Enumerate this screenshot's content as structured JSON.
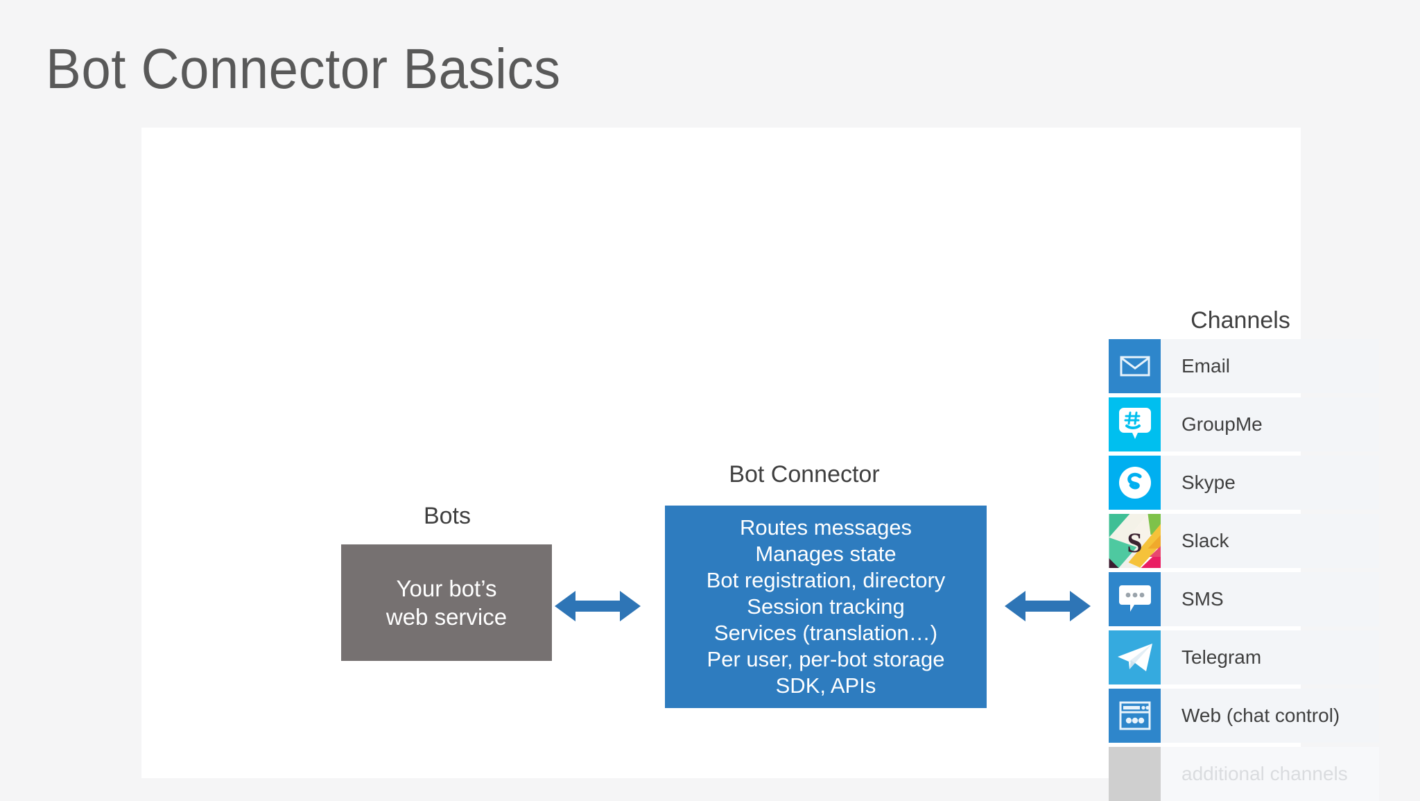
{
  "slide": {
    "title": "Bot Connector Basics",
    "background_color": "#f5f5f6",
    "card_color": "#ffffff"
  },
  "bots": {
    "caption": "Bots",
    "box_text_line1": "Your bot’s",
    "box_text_line2": "web service",
    "box_color": "#767171"
  },
  "connector": {
    "caption": "Bot Connector",
    "box_color": "#2e7cbf",
    "features": [
      "Routes messages",
      "Manages state",
      "Bot registration, directory",
      "Session tracking",
      "Services (translation…)",
      "Per user, per-bot storage",
      "SDK, APIs"
    ]
  },
  "arrows": {
    "left_icon": "double-arrow-icon",
    "right_icon": "double-arrow-icon",
    "color": "#2e75b6"
  },
  "channels": {
    "caption": "Channels",
    "items": [
      {
        "label": "Email",
        "icon": "email-icon",
        "tile_color": "#2e86cb",
        "muted": false
      },
      {
        "label": "GroupMe",
        "icon": "groupme-icon",
        "tile_color": "#00bfef",
        "muted": false
      },
      {
        "label": "Skype",
        "icon": "skype-icon",
        "tile_color": "#00aff0",
        "muted": false
      },
      {
        "label": "Slack",
        "icon": "slack-icon",
        "tile_color": "#ffffff",
        "muted": false
      },
      {
        "label": "SMS",
        "icon": "sms-icon",
        "tile_color": "#2e86cb",
        "muted": false
      },
      {
        "label": "Telegram",
        "icon": "telegram-icon",
        "tile_color": "#35aadf",
        "muted": false
      },
      {
        "label": "Web (chat control)",
        "icon": "web-icon",
        "tile_color": "#2e86cb",
        "muted": false
      },
      {
        "label": "additional channels",
        "icon": "blank-icon",
        "tile_color": "#cfcfcf",
        "muted": true
      }
    ]
  }
}
